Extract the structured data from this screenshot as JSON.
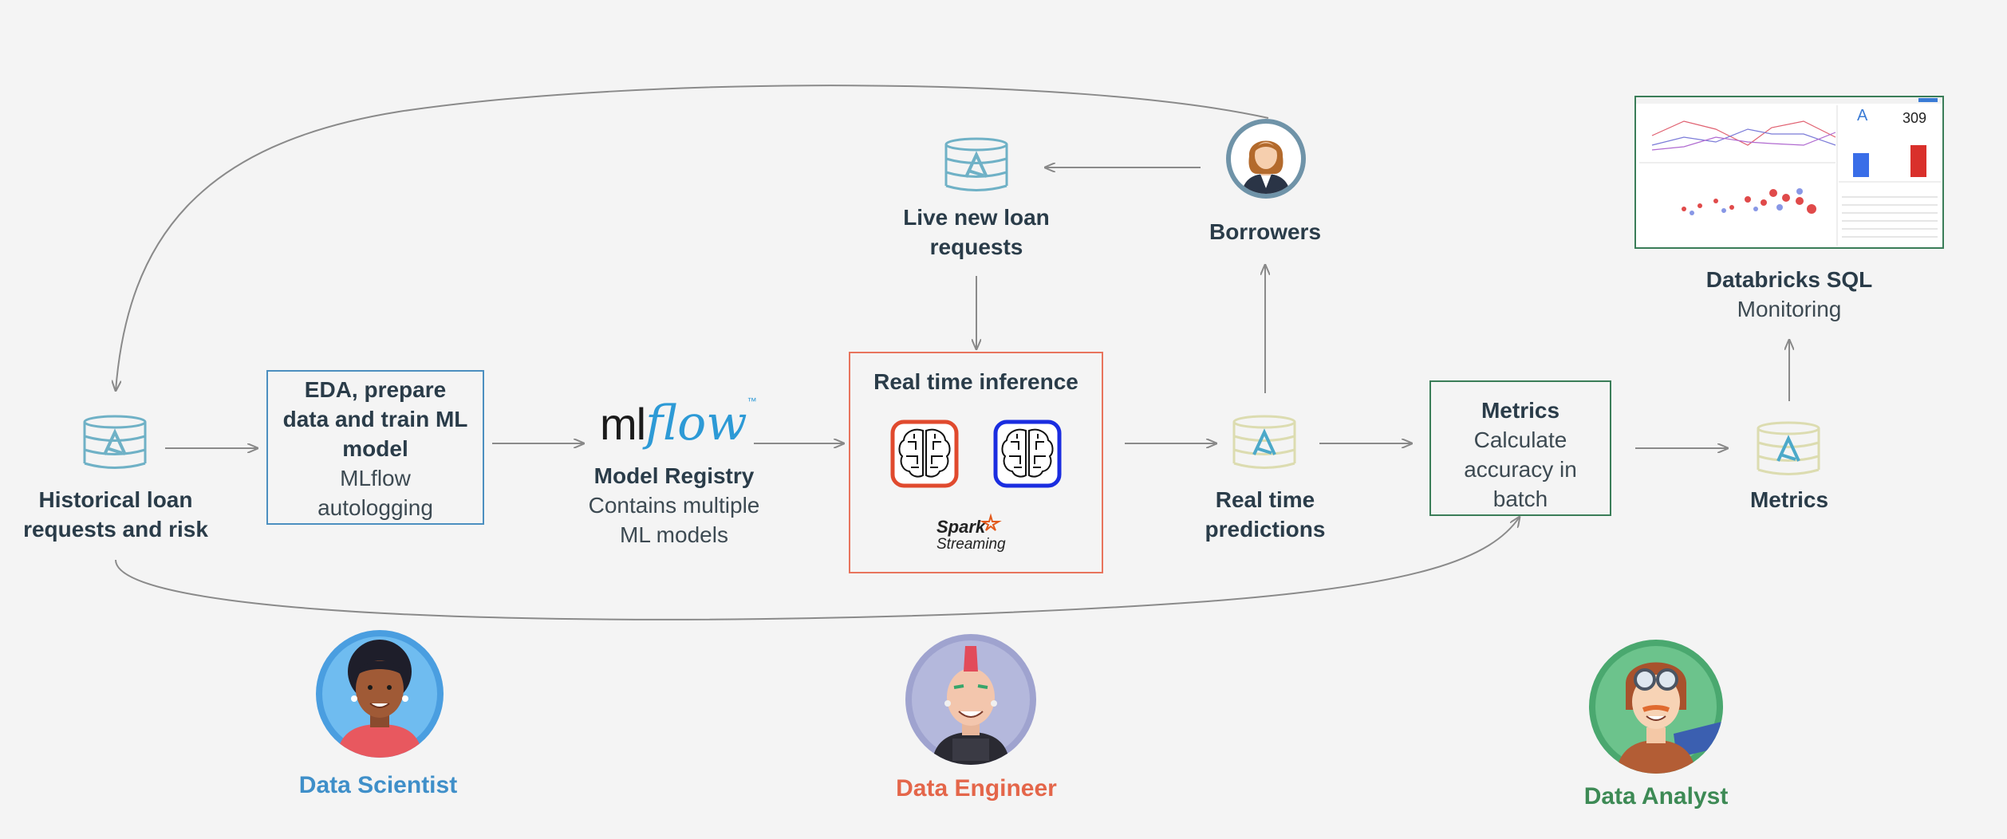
{
  "nodes": {
    "historical": {
      "line1": "Historical loan",
      "line2": "requests and risk"
    },
    "eda": {
      "title1": "EDA, prepare",
      "title2": "data and train ML",
      "title3": "model",
      "sub1": "MLflow",
      "sub2": "autologging"
    },
    "mlflow": {
      "logo_ml": "ml",
      "logo_flow": "flow",
      "logo_tm": "™",
      "title": "Model Registry",
      "sub1": "Contains multiple",
      "sub2": "ML models"
    },
    "inference": {
      "title": "Real time inference",
      "spark1": "Spark",
      "spark2": "Streaming"
    },
    "live": {
      "line1": "Live new loan",
      "line2": "requests"
    },
    "borrowers": {
      "label": "Borrowers"
    },
    "predictions": {
      "line1": "Real time",
      "line2": "predictions"
    },
    "metrics_box": {
      "title": "Metrics",
      "sub1": "Calculate",
      "sub2": "accuracy in",
      "sub3": "batch"
    },
    "metrics": {
      "label": "Metrics"
    },
    "dbsql": {
      "title": "Databricks SQL",
      "sub": "Monitoring",
      "dashboard_number": "309",
      "dashboard_letter": "A"
    }
  },
  "personas": {
    "scientist": {
      "label": "Data Scientist",
      "color": "#3f8fc9"
    },
    "engineer": {
      "label": "Data Engineer",
      "color": "#e4664a"
    },
    "analyst": {
      "label": "Data Analyst",
      "color": "#3d8a55"
    }
  },
  "colors": {
    "eda_border": "#4c8fc0",
    "inference_border": "#e8745d",
    "metrics_border": "#3a7d58",
    "arrow": "#888888",
    "db_teal": "#6fb1c6",
    "db_yellow": "#dcdcb0"
  },
  "icons": [
    "database-icon",
    "brain-icon",
    "person-icon",
    "dashboard-icon",
    "spark-star-icon"
  ]
}
